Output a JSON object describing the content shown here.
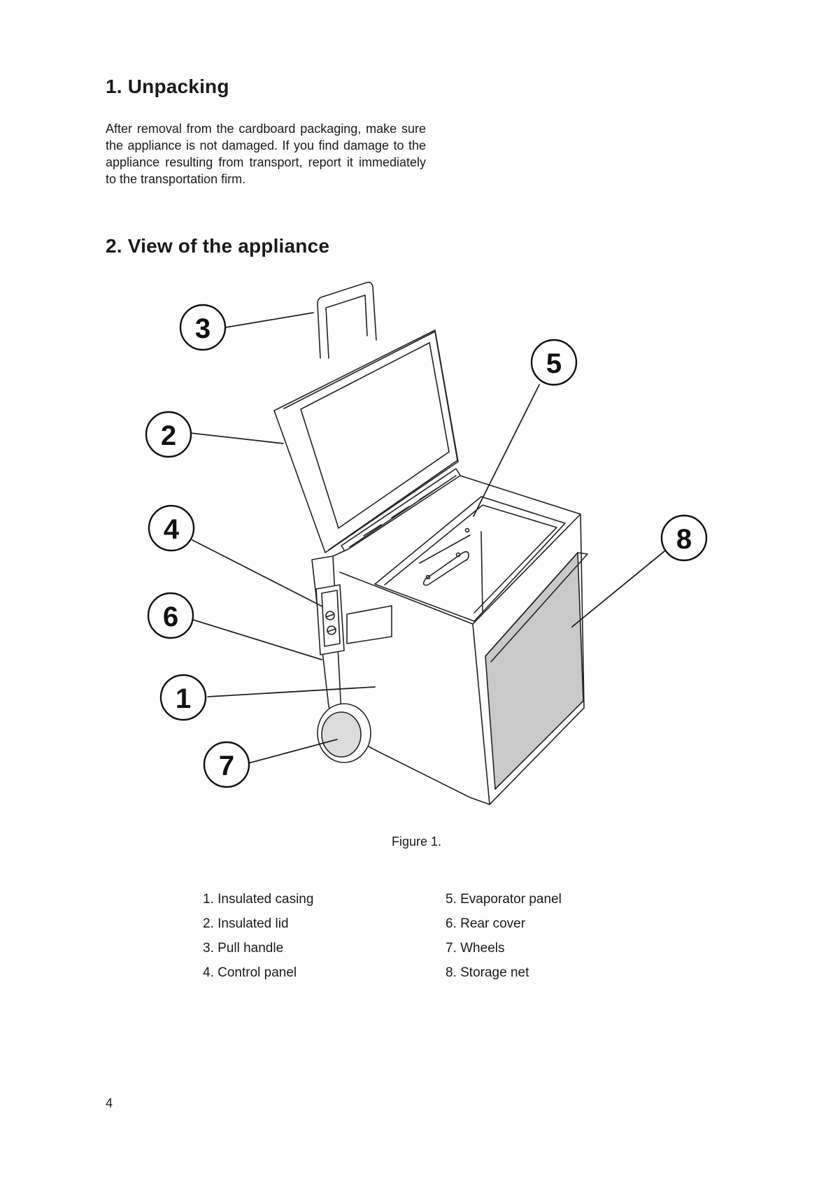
{
  "sections": {
    "unpacking": {
      "title": "1. Unpacking",
      "body": "After removal from the cardboard packaging, make sure the appliance is not damaged. If you find damage to the appliance resulting from transport, report it immediately to the transportation firm."
    },
    "view": {
      "title": "2. View of the appliance"
    }
  },
  "figure": {
    "caption": "Figure 1.",
    "callouts": [
      "1",
      "2",
      "3",
      "4",
      "5",
      "6",
      "7",
      "8"
    ]
  },
  "legend": {
    "left": [
      "1. Insulated casing",
      "2. Insulated lid",
      "3. Pull handle",
      "4. Control panel"
    ],
    "right": [
      "5. Evaporator panel",
      "6. Rear cover",
      "7. Wheels",
      "8. Storage net"
    ]
  },
  "page_number": "4"
}
